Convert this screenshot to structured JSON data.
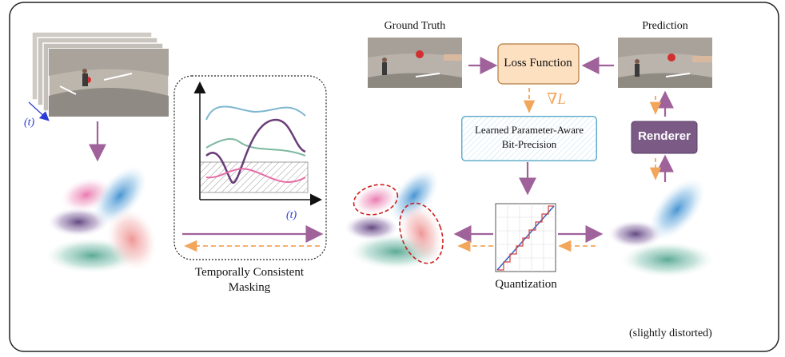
{
  "labels": {
    "ground_truth": "Ground Truth",
    "prediction": "Prediction",
    "loss_function": "Loss Function",
    "gradient": "∇L",
    "learned_line1": "Learned Parameter-Aware",
    "learned_line2": "Bit-Precision",
    "renderer": "Renderer",
    "masking_line1": "Temporally Consistent",
    "masking_line2": "Masking",
    "quantization": "Quantization",
    "time_axis": "(t)",
    "time_stack": "(t)",
    "note": "(slightly distorted)"
  },
  "colors": {
    "arrow_main": "#a0629a",
    "arrow_grad": "#f2a65a",
    "loss_fill": "#fde0c0",
    "loss_stroke": "#b07a40",
    "renderer_fill": "#7b5a86",
    "learned_stroke": "#2a8fb5",
    "mask_dash": "#cc2020",
    "time_blue": "#2a3bd6"
  }
}
